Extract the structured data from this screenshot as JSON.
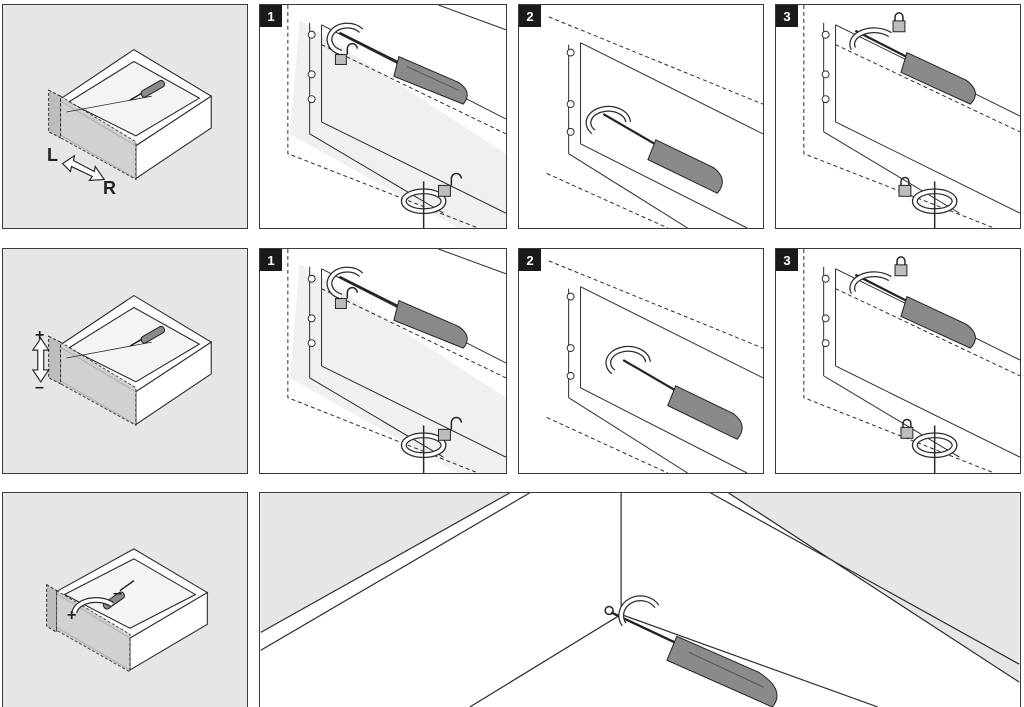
{
  "colors": {
    "panel_grey": "#e6e6e6",
    "line": "#2b2b2b",
    "badge_bg": "#1a1a1a",
    "badge_text": "#ffffff",
    "handle_fill": "#8a8a8a",
    "arrow_fill": "#ffffff"
  },
  "rows": [
    {
      "overview": {
        "adjustment": "lateral",
        "labels": [
          "L",
          "R"
        ],
        "icon": "left-right-arrow-icon"
      },
      "steps": [
        {
          "badge": "1",
          "lock_icon": "unlock-icon"
        },
        {
          "badge": "2",
          "lock_icon": ""
        },
        {
          "badge": "3",
          "lock_icon": "lock-icon"
        }
      ]
    },
    {
      "overview": {
        "adjustment": "height",
        "labels": [
          "+",
          "–"
        ],
        "icon": "up-down-arrow-icon"
      },
      "steps": [
        {
          "badge": "1",
          "lock_icon": "unlock-icon"
        },
        {
          "badge": "2",
          "lock_icon": ""
        },
        {
          "badge": "3",
          "lock_icon": "lock-icon"
        }
      ]
    },
    {
      "overview": {
        "adjustment": "tilt",
        "labels": [
          "–",
          "+"
        ],
        "icon": "rotate-arrow-icon"
      },
      "steps": []
    }
  ]
}
